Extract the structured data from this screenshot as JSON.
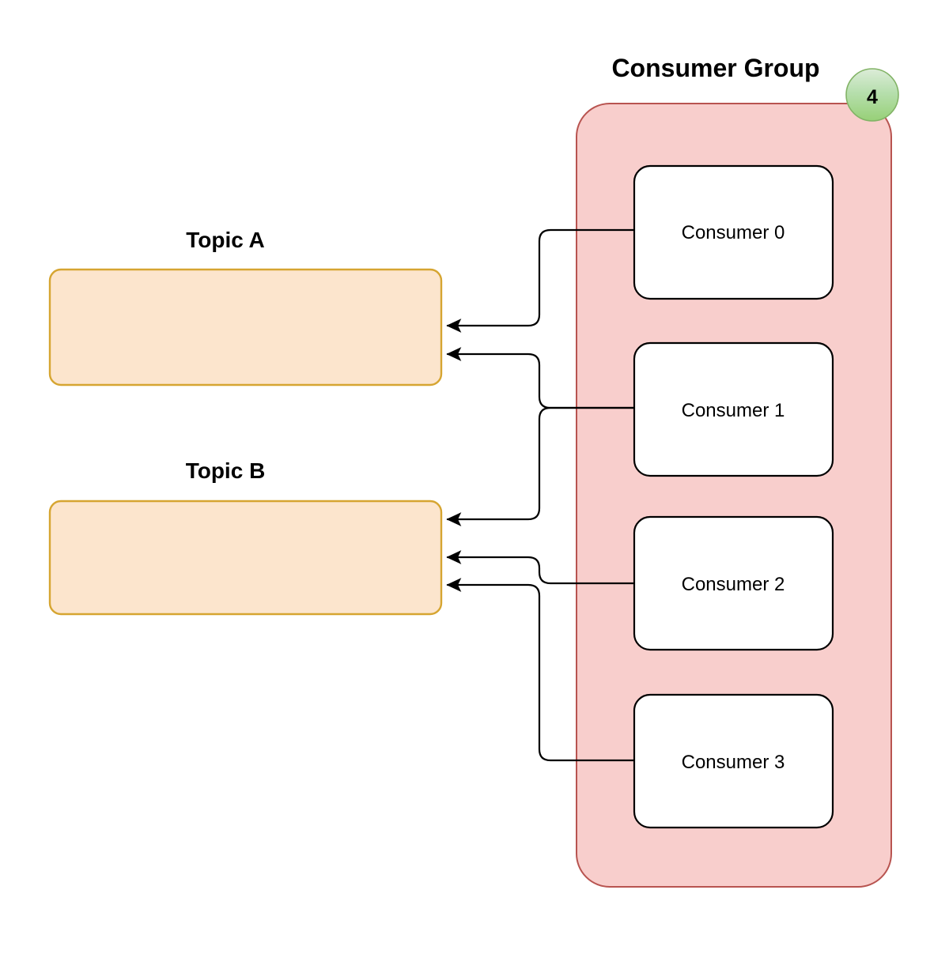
{
  "diagram": {
    "title_visible": false,
    "background_color": "#ffffff",
    "group": {
      "label": "Consumer Group",
      "fill_color": "#f8cecc",
      "stroke_color": "#b85450",
      "badge": {
        "value": "4",
        "fill_top_color": "#d5e8d4",
        "fill_bottom_color": "#97d077",
        "stroke_color": "#82b366"
      },
      "members": [
        {
          "label": "Consumer 0",
          "fill_color": "#ffffff",
          "stroke_color": "#000000"
        },
        {
          "label": "Consumer 1",
          "fill_color": "#ffffff",
          "stroke_color": "#000000"
        },
        {
          "label": "Consumer 2",
          "fill_color": "#ffffff",
          "stroke_color": "#000000"
        },
        {
          "label": "Consumer 3",
          "fill_color": "#ffffff",
          "stroke_color": "#000000"
        }
      ]
    },
    "topics": [
      {
        "label": "Topic A",
        "fill_color": "#fce5cd",
        "stroke_color": "#d6a531"
      },
      {
        "label": "Topic B",
        "fill_color": "#fce5cd",
        "stroke_color": "#d6a531"
      }
    ],
    "edges": [
      {
        "from": "Consumer 0",
        "to": "Topic A",
        "arrow": "to-topic"
      },
      {
        "from": "Consumer 1",
        "to": "Topic A",
        "arrow": "to-topic"
      },
      {
        "from": "Consumer 1",
        "to": "Topic B",
        "arrow": "to-topic"
      },
      {
        "from": "Consumer 2",
        "to": "Topic B",
        "arrow": "to-topic"
      },
      {
        "from": "Consumer 3",
        "to": "Topic B",
        "arrow": "to-topic"
      }
    ],
    "edge_stroke_color": "#000000"
  }
}
